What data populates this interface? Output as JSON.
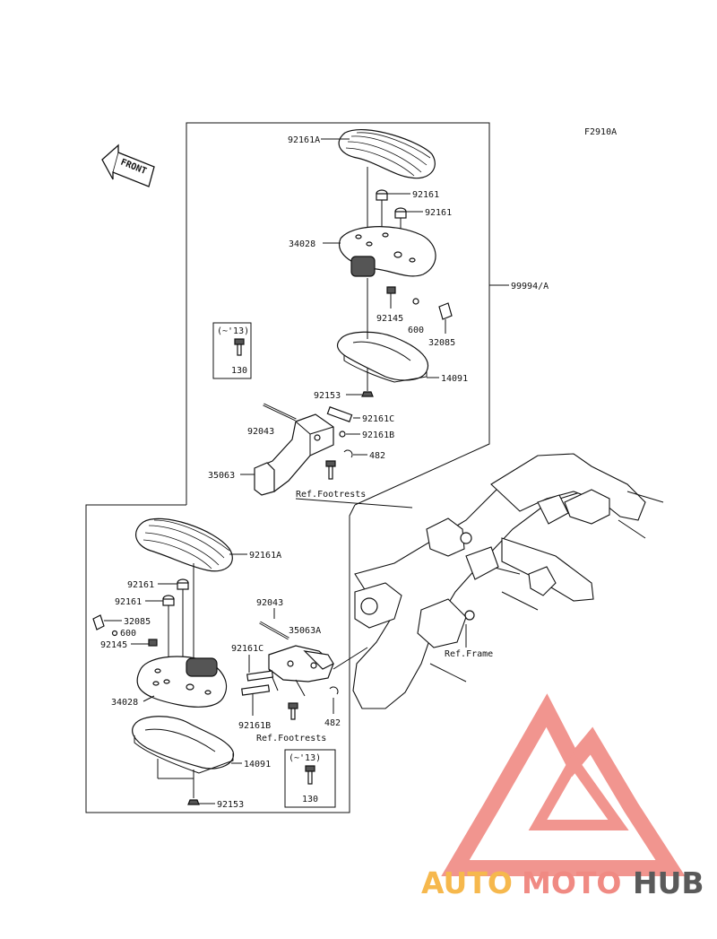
{
  "figure_code": "F2910A",
  "front_arrow_label": "FRONT",
  "upper_group": {
    "labels": {
      "footboard_top": "92161A",
      "damper_1": "92161",
      "damper_2": "92161",
      "bracket": "34028",
      "spring": "92145",
      "ball": "600",
      "clip": "32085",
      "base": "14091",
      "nut": "92153",
      "pin": "92043",
      "plate_c": "92161C",
      "plate_b": "92161B",
      "ring": "482",
      "holder": "35063",
      "assembly": "99994/A",
      "ref": "Ref.Footrests"
    },
    "inset": {
      "note": "(~'13)",
      "part": "130"
    }
  },
  "lower_group": {
    "labels": {
      "footboard_top": "92161A",
      "damper_1": "92161",
      "damper_2": "92161",
      "clip": "32085",
      "ball": "600",
      "spring": "92145",
      "bracket": "34028",
      "base": "14091",
      "nut": "92153",
      "pin": "92043",
      "holder": "35063A",
      "plate_c": "92161C",
      "plate_b": "92161B",
      "ring": "482",
      "ref": "Ref.Footrests"
    },
    "inset": {
      "note": "(~'13)",
      "part": "130"
    }
  },
  "frame_ref": "Ref.Frame",
  "watermark": {
    "part1": "AUTO",
    "part2": "MOTO",
    "part3": "HUB",
    "color1": "#f6b84d",
    "color2": "#f08a83",
    "color3": "#5a5a5a"
  }
}
